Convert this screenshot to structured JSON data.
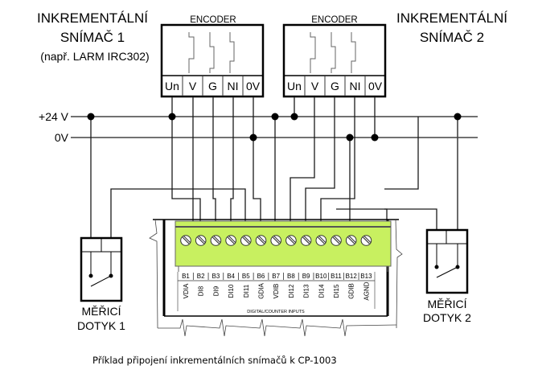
{
  "sensor1": {
    "title_line1": "INKREMENTÁLNÍ",
    "title_line2": "SNÍMAČ 1",
    "example": "(např. LARM IRC302)"
  },
  "sensor2": {
    "title_line1": "INKREMENTÁLNÍ",
    "title_line2": "SNÍMAČ 2"
  },
  "encoder1": {
    "label": "ENCODER",
    "pins": [
      "Un",
      "V",
      "G",
      "NI",
      "0V"
    ]
  },
  "encoder2": {
    "label": "ENCODER",
    "pins": [
      "Un",
      "V",
      "G",
      "NI",
      "0V"
    ]
  },
  "rails": {
    "positive": "+24 V",
    "ground": "0V"
  },
  "module": {
    "terminal_color": "#c8f060",
    "terminals": [
      "B1",
      "B2",
      "B3",
      "B4",
      "B5",
      "B6",
      "B7",
      "B8",
      "B9",
      "B10",
      "B11",
      "B12",
      "B13"
    ],
    "signals": [
      "VDIA",
      "DI8",
      "DI9",
      "DI10",
      "DI11",
      "GDIA",
      "VDIB",
      "DI12",
      "DI13",
      "DI14",
      "DI15",
      "GDIB",
      "AGND"
    ],
    "group_label": "DIGITAL/COUNTER INPUTS"
  },
  "probe1": {
    "line1": "MĚŘICÍ",
    "line2": "DOTYK 1"
  },
  "probe2": {
    "line1": "MĚŘICÍ",
    "line2": "DOTYK 2"
  },
  "caption": "Příklad připojení inkrementálních snímačů k CP-1003"
}
